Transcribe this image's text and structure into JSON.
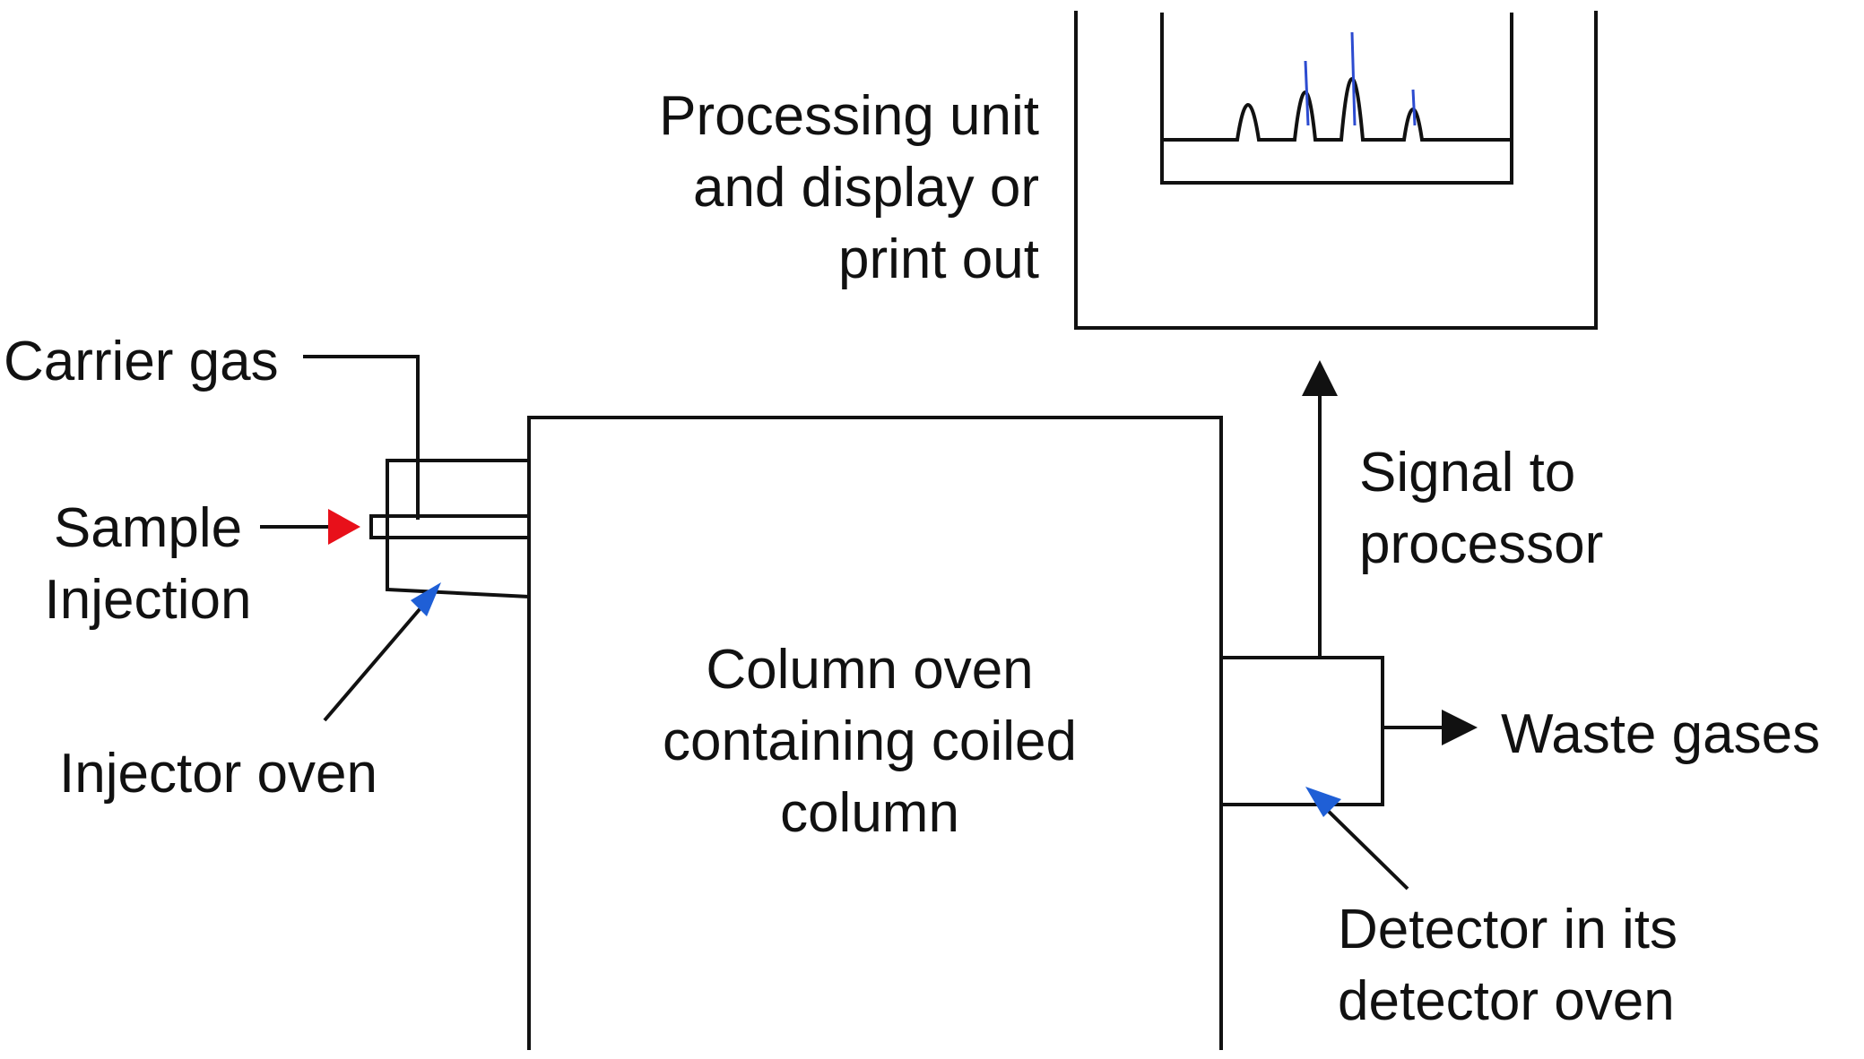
{
  "labels": {
    "processing_unit": [
      "Processing unit",
      "and display or",
      "print out"
    ],
    "carrier_gas": "Carrier gas",
    "sample_injection": [
      "Sample",
      "Injection"
    ],
    "injector_oven": "Injector oven",
    "column_oven": [
      "Column oven",
      "containing coiled",
      "column"
    ],
    "signal": [
      "Signal to",
      "processor"
    ],
    "waste_gases": "Waste gases",
    "detector": [
      "Detector in its",
      "detector oven"
    ]
  },
  "colors": {
    "line": "#111111",
    "sample_arrow": "#e8101a",
    "pointer_arrow": "#1f5fd6",
    "chromatogram_peak": "#2c4bd0"
  }
}
